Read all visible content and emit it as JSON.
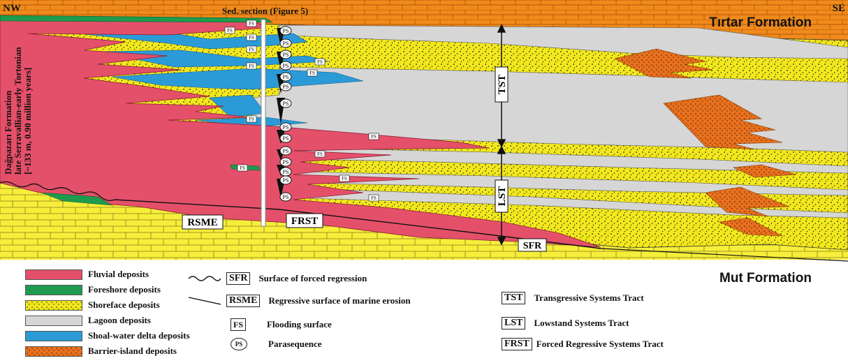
{
  "directions": {
    "left": "NW",
    "right": "SE"
  },
  "sed_section_label": "Sed. section (Figure 5)",
  "formations": {
    "top": "Tırtar Formation",
    "bottom": "Mut Formation",
    "main_line1": "Dağpazarı Formation",
    "main_line2": "late Serravallian-early Tortonian",
    "main_line3": "[~133 m, 0.90 million years]"
  },
  "surface_labels": {
    "rsme": "RSME",
    "frst": "FRST",
    "sfr": "SFR",
    "tst": "TST",
    "lst": "LST",
    "fs": "FS",
    "ps": "PS"
  },
  "colors": {
    "fluvial": "#e4506a",
    "foreshore": "#1e9b4e",
    "shoreface": "#f2e81c",
    "lagoon": "#d6d6d6",
    "shoal": "#2b9bd8",
    "barrier": "#e8701e",
    "tirtar": "#f08a1c",
    "mut": "#f6ee3a"
  },
  "legend_deposits": [
    {
      "label": "Fluvial deposits",
      "color_key": "fluvial"
    },
    {
      "label": "Foreshore deposits",
      "color_key": "foreshore"
    },
    {
      "label": "Shoreface deposits",
      "color_key": "shoreface"
    },
    {
      "label": "Lagoon deposits",
      "color_key": "lagoon"
    },
    {
      "label": "Shoal-water delta deposits",
      "color_key": "shoal"
    },
    {
      "label": "Barrier-island deposits",
      "color_key": "barrier"
    }
  ],
  "legend_surfaces": [
    {
      "symbol": "SFR",
      "label": "Surface of forced regression",
      "icon": "wavy-line-icon"
    },
    {
      "symbol": "RSME",
      "label": "Regressive surface of marine erosion",
      "icon": "straight-line-icon"
    },
    {
      "symbol": "FS",
      "label": "Flooding surface",
      "icon": ""
    },
    {
      "symbol": "PS",
      "label": "Parasequence",
      "icon": ""
    }
  ],
  "legend_tracts": [
    {
      "symbol": "TST",
      "label": "Transgressive Systems Tract"
    },
    {
      "symbol": "LST",
      "label": "Lowstand Systems Tract"
    },
    {
      "symbol": "FRST",
      "label": "Forced Regressive Systems Tract"
    }
  ]
}
